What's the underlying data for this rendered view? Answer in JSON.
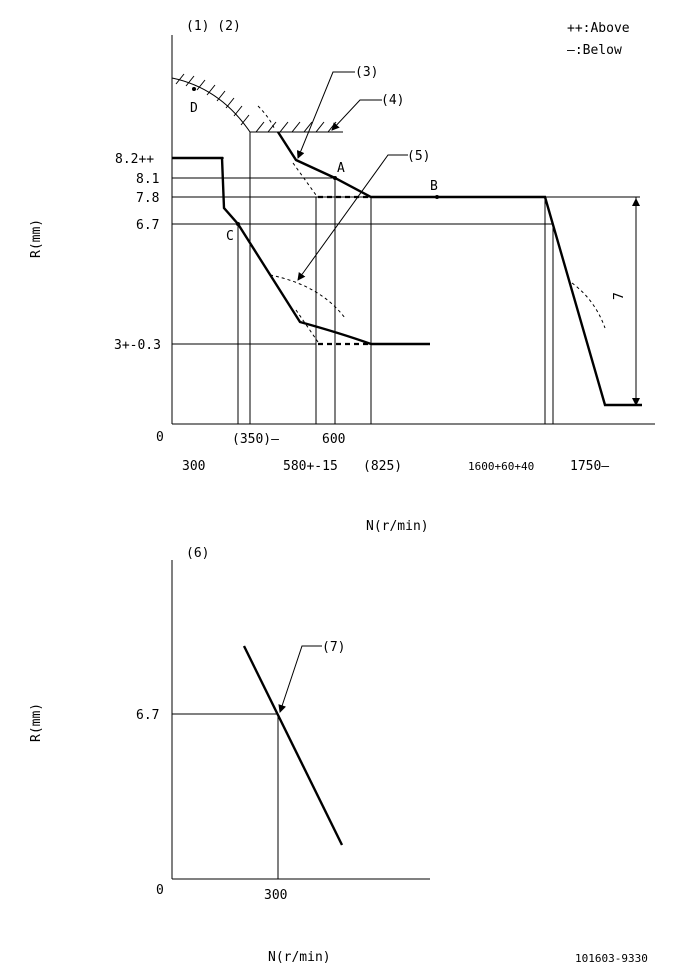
{
  "legend": {
    "above": "++:Above",
    "below": "—:Below"
  },
  "top_chart": {
    "header_refs": "(1) (2)",
    "y_axis_label": "R(mm)",
    "x_axis_label": "N(r/min)",
    "origin": "0",
    "y_ticks": [
      "8.2++",
      "8.1",
      "7.8",
      "6.7",
      "3+-0.3"
    ],
    "x_ticks_lower": [
      "300",
      "580+-15",
      "(825)",
      "1600+60+40",
      "1750—"
    ],
    "x_ticks_upper": [
      "(350)—",
      "600"
    ],
    "points": {
      "A": "A",
      "B": "B",
      "C": "C",
      "D": "D"
    },
    "callouts": {
      "c3": "(3)",
      "c4": "(4)",
      "c5": "(5)"
    },
    "span_label": "7"
  },
  "bottom_chart": {
    "header_ref": "(6)",
    "y_axis_label": "R(mm)",
    "x_axis_label": "N(r/min)",
    "origin": "0",
    "y_tick": "6.7",
    "x_tick": "300",
    "callout": "(7)"
  },
  "footer": {
    "part_number": "101603-9330"
  }
}
